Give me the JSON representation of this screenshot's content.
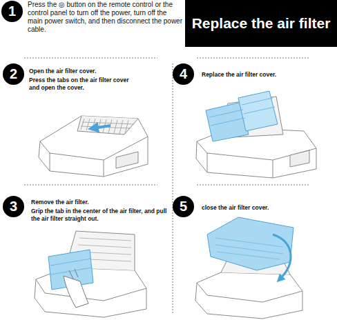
{
  "diagram": {
    "title": "Replace the air filter",
    "nodes": [
      {
        "text": [
          "1"
        ]
      },
      {
        "text": [
          "2"
        ]
      },
      {
        "text": [
          "3"
        ]
      },
      {
        "text": [
          "4"
        ]
      },
      {
        "text": [
          "5"
        ]
      }
    ],
    "labels": [
      "Press the ◎ button on the remote control or the control panel to turn off the power, turn off the main power switch, and then disconnect the power cable.",
      "Open the air filter cover.",
      "Press the tabs on the air filter cover and open the cover.",
      "Replace the air filter cover.",
      "Remove the air filter.",
      "Grip the tab in the center of the air filter, and pull the air filter straight out.",
      "close the air filter cover."
    ]
  }
}
